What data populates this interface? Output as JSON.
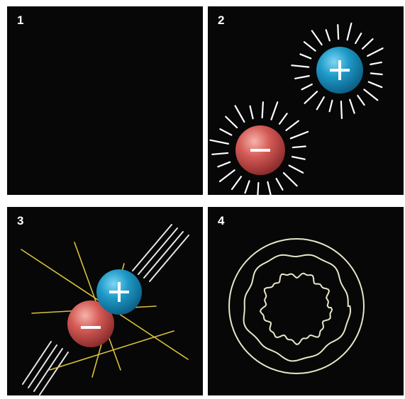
{
  "panels": [
    {
      "label": "1",
      "description_state": "empty"
    },
    {
      "label": "2",
      "particles": [
        {
          "charge": "-",
          "color": "#d45a56"
        },
        {
          "charge": "+",
          "color": "#1e9ac8"
        }
      ]
    },
    {
      "label": "3",
      "particles": [
        {
          "charge": "-",
          "color": "#d45a56"
        },
        {
          "charge": "+",
          "color": "#1e9ac8"
        }
      ]
    },
    {
      "label": "4",
      "rings": 3
    }
  ],
  "colors": {
    "background": "#070707",
    "positive": "#1e9ac8",
    "negative": "#d45a56",
    "ray": "#ffffff",
    "gamma_ray": "#d8c23a",
    "ring": "#e8e6c8"
  }
}
